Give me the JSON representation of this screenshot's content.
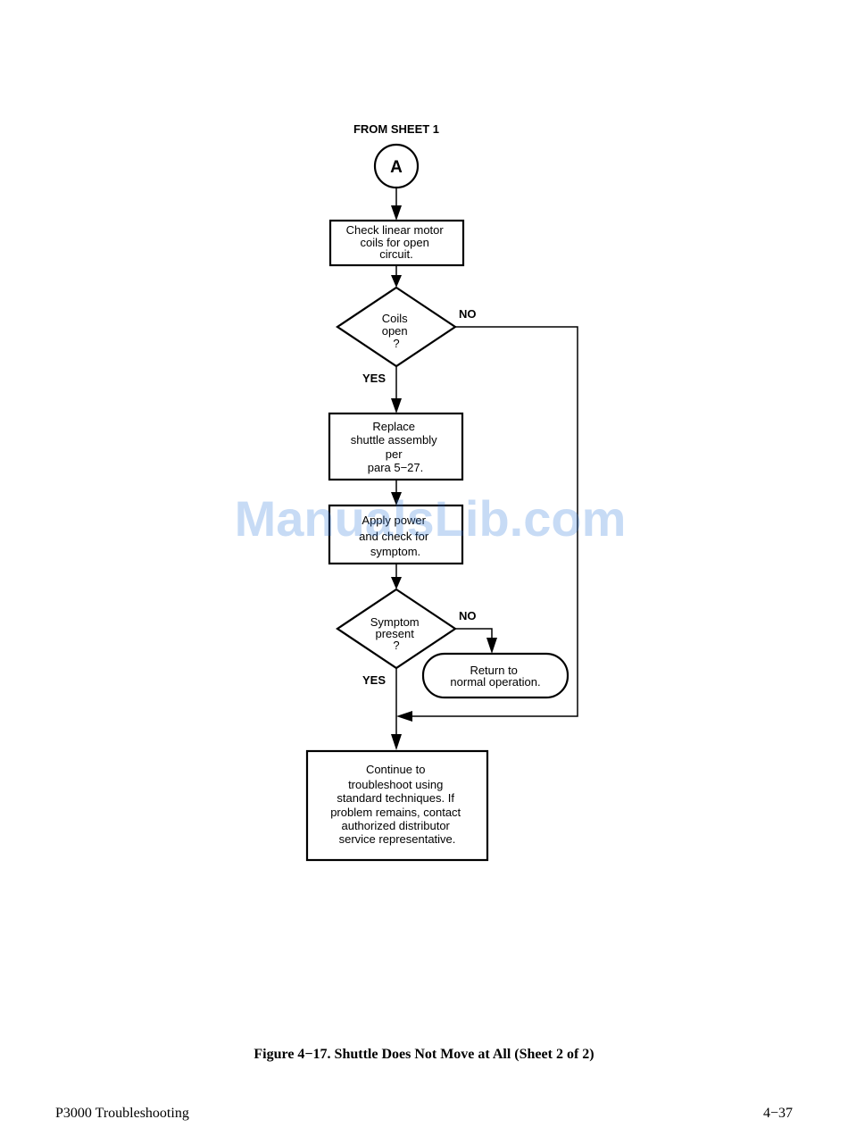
{
  "flowchart": {
    "from_sheet": "FROM SHEET 1",
    "connector": "A",
    "step1": [
      "Check linear motor",
      "coils for open",
      "circuit."
    ],
    "decision1": [
      "Coils",
      "open",
      "?"
    ],
    "decision1_no": "NO",
    "decision1_yes": "YES",
    "step2": [
      "Replace",
      "shuttle assembly",
      "per",
      "para 5−27."
    ],
    "step3": [
      "Apply power",
      "and check for",
      "symptom."
    ],
    "decision2": [
      "Symptom",
      "present",
      "?"
    ],
    "decision2_no": "NO",
    "decision2_yes": "YES",
    "terminal": [
      "Return to",
      "normal operation."
    ],
    "final": [
      "Continue to",
      "troubleshoot using",
      "standard techniques. If",
      "problem remains, contact",
      "authorized distributor",
      "service representative."
    ]
  },
  "watermark": "ManualsLib.com",
  "caption": "Figure 4−17. Shuttle Does Not Move at All (Sheet 2 of 2)",
  "footer": {
    "left": "P3000 Troubleshooting",
    "right": "4−37"
  }
}
